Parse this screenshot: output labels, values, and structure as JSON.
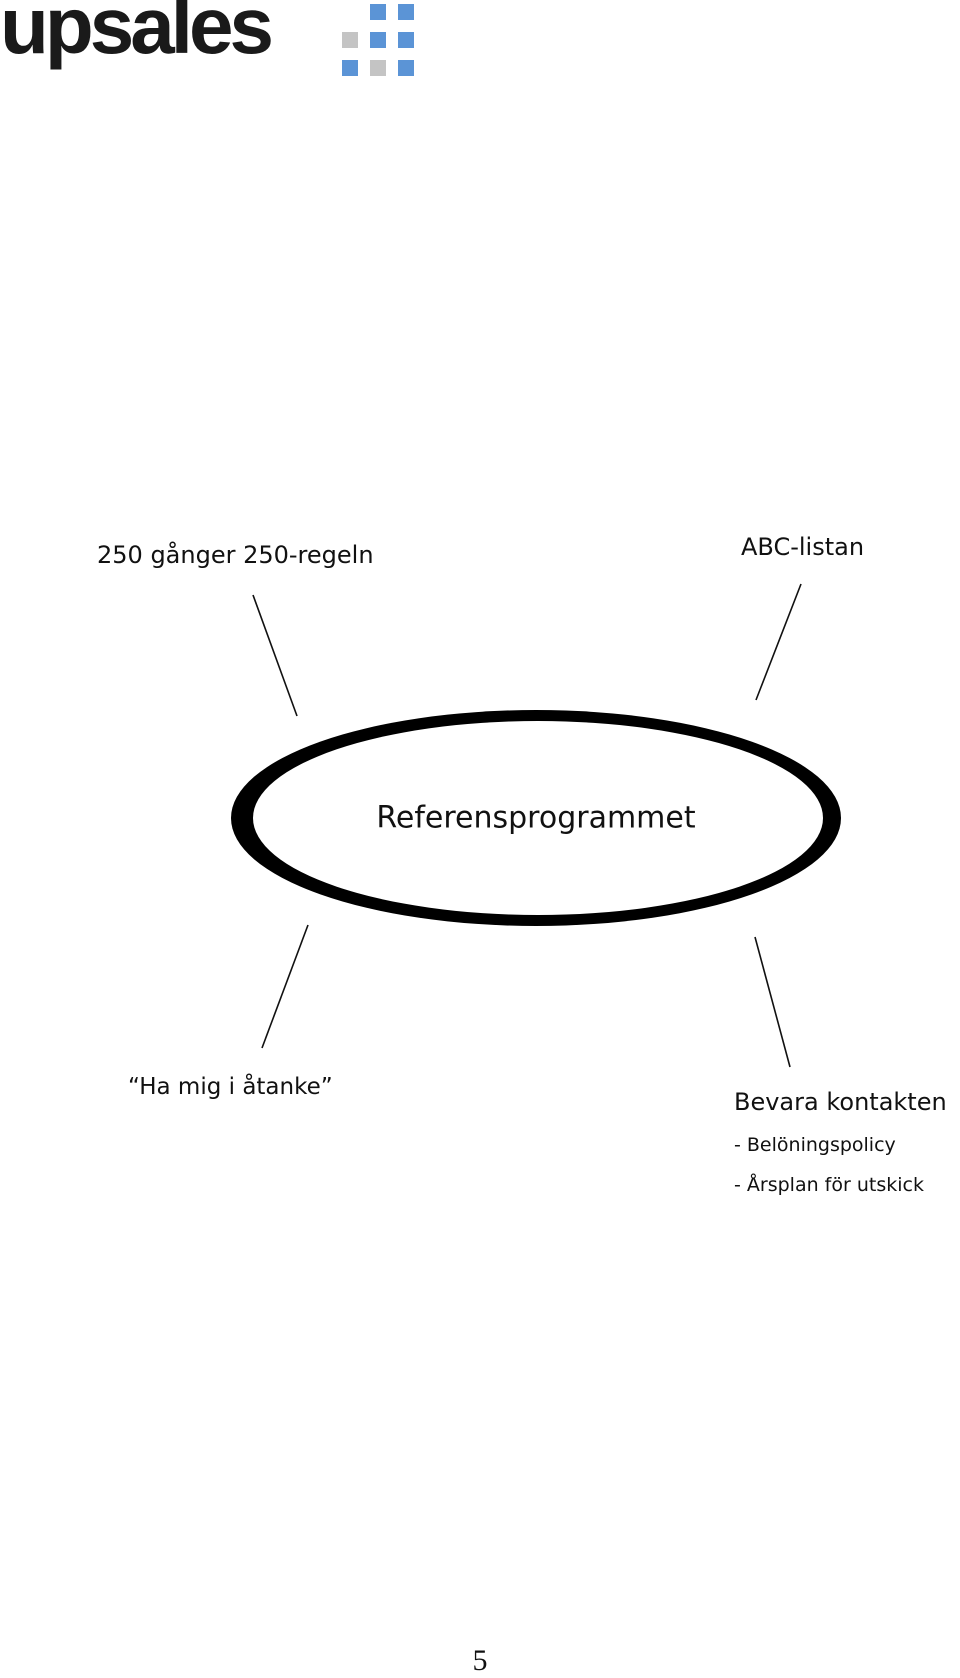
{
  "logo": {
    "text": "upsales",
    "colors": {
      "text": "#1a1a1a",
      "blue": "#5b94d6",
      "gray": "#c4c4c4"
    }
  },
  "diagram": {
    "center": "Referensprogrammet",
    "nodes": {
      "top_left": "250 gånger 250-regeln",
      "top_right": "ABC-listan",
      "bottom_left": "“Ha mig i åtanke”",
      "bottom_right": "Bevara kontakten",
      "bottom_right_items": [
        "- Belöningspolicy",
        "- Årsplan för utskick"
      ]
    }
  },
  "page_number": "5"
}
